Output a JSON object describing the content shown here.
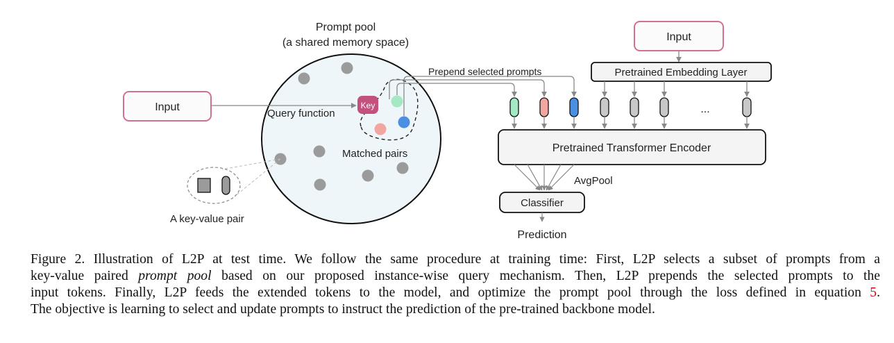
{
  "prompt_pool": {
    "title": "Prompt pool",
    "subtitle": "(a shared memory space)",
    "query_function_label": "Query function",
    "key_label": "Key",
    "matched_pairs_label": "Matched pairs"
  },
  "left_input": {
    "label": "Input"
  },
  "key_value_pair": {
    "label": "A key-value pair"
  },
  "prepend_label": "Prepend selected prompts",
  "right_input": {
    "label": "Input"
  },
  "embedding_layer": {
    "label": "Pretrained Embedding Layer"
  },
  "ellipsis": "...",
  "encoder": {
    "label": "Pretrained Transformer Encoder"
  },
  "avgpool_label": "AvgPool",
  "classifier": {
    "label": "Classifier"
  },
  "prediction_label": "Prediction",
  "colors": {
    "input_border": "#d16f96",
    "key_fill": "#c2517e",
    "prompt_green": "#a5e8c4",
    "prompt_red": "#f2a6a0",
    "prompt_blue": "#4a90e2",
    "pool_fill": "#eef6f9",
    "gray_dot": "#9b9b9b"
  },
  "caption": {
    "lines": [
      "Figure 2. Illustration of L2P at test time. We follow the same procedure at training time: First, L2P selects a subset of prompts from a",
      "key-value paired",
      "prompt pool",
      "based on our proposed instance-wise query mechanism. Then, L2P prepends the selected prompts to the",
      "input tokens. Finally, L2P feeds the extended tokens to the model, and optimize the prompt pool through the loss defined in equation",
      "5",
      ".",
      "The objective is learning to select and update prompts to instruct the prediction of the pre-trained backbone model."
    ]
  }
}
